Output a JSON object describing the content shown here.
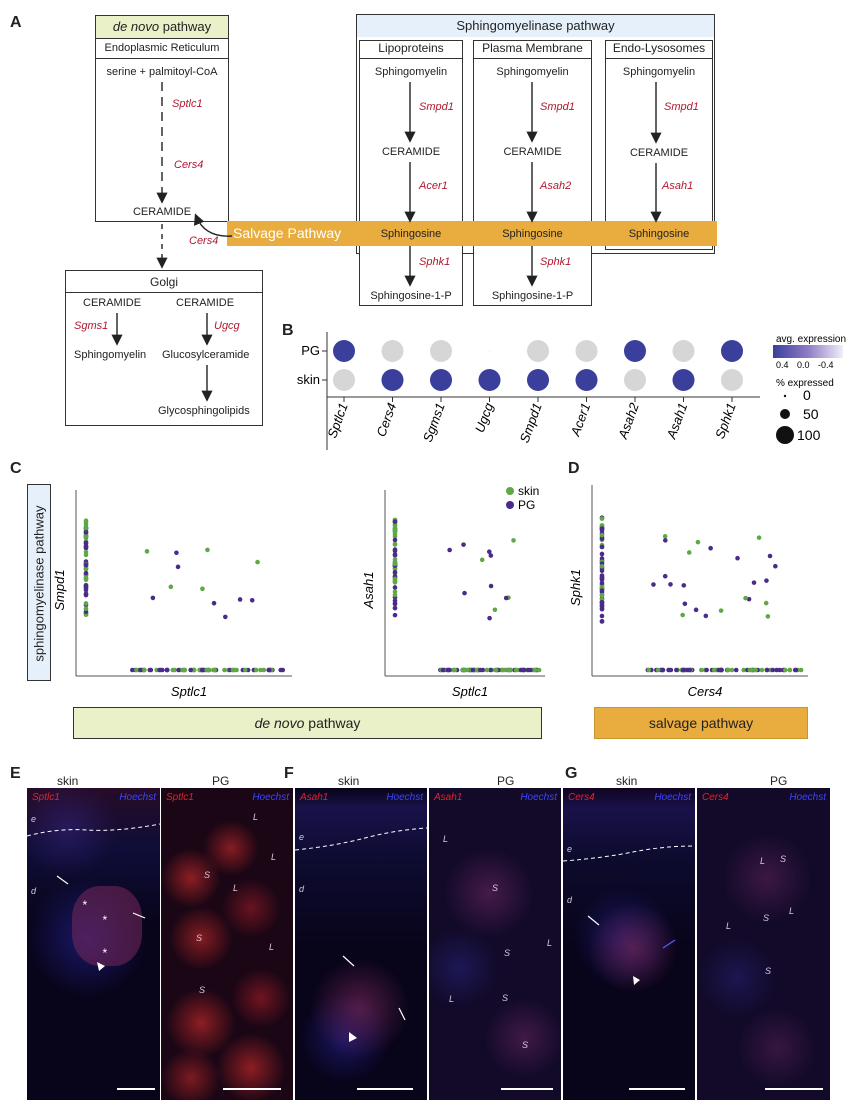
{
  "panel_letters": {
    "a": "A",
    "b": "B",
    "c": "C",
    "d": "D",
    "e": "E",
    "f": "F",
    "g": "G"
  },
  "denovo": {
    "title_pre": "de novo",
    "title_post": " pathway",
    "location": "Endoplasmic Reticulum",
    "substrate": "serine + palmitoyl-CoA",
    "gene1": "Sptlc1",
    "gene2": "Cers4",
    "product": "CERAMIDE",
    "salvage_gene": "Cers4"
  },
  "golgi": {
    "title": "Golgi",
    "left_ceramide": "CERAMIDE",
    "left_gene": "Sgms1",
    "left_product": "Sphingomyelin",
    "right_ceramide": "CERAMIDE",
    "right_gene": "Ugcg",
    "right_product": "Glucosylceramide",
    "final_product": "Glycosphingolipids"
  },
  "smase": {
    "title": "Sphingomyelinase pathway",
    "columns": [
      {
        "title": "Lipoproteins",
        "substrate": "Sphingomyelin",
        "gene1": "Smpd1",
        "intermediate": "CERAMIDE",
        "gene2": "Acer1",
        "product": "Sphingosine",
        "gene3": "Sphk1",
        "final": "Sphingosine-1-P"
      },
      {
        "title": "Plasma Membrane",
        "substrate": "Sphingomyelin",
        "gene1": "Smpd1",
        "intermediate": "CERAMIDE",
        "gene2": "Asah2",
        "product": "Sphingosine",
        "gene3": "Sphk1",
        "final": "Sphingosine-1-P"
      },
      {
        "title": "Endo-Lysosomes",
        "substrate": "Sphingomyelin",
        "gene1": "Smpd1",
        "intermediate": "CERAMIDE",
        "gene2": "Asah1",
        "product": "Sphingosine"
      }
    ],
    "salvage_label": "Salvage Pathway"
  },
  "dotplot": {
    "rows": [
      "PG",
      "skin"
    ],
    "genes": [
      "Sptlc1",
      "Cers4",
      "Sgms1",
      "Ugcg",
      "Smpd1",
      "Acer1",
      "Asah2",
      "Asah1",
      "Sphk1"
    ],
    "avg_expression": [
      [
        0.4,
        -0.4,
        -0.4,
        -0.4,
        -0.4,
        -0.4,
        0.4,
        -0.4,
        0.4
      ],
      [
        -0.4,
        0.4,
        0.4,
        0.4,
        0.4,
        0.4,
        -0.4,
        0.4,
        -0.4
      ]
    ],
    "pct_expressed": [
      [
        100,
        100,
        100,
        0,
        100,
        100,
        100,
        100,
        100
      ],
      [
        100,
        100,
        100,
        100,
        100,
        100,
        100,
        100,
        100
      ]
    ],
    "legend_color_title": "avg. expression",
    "legend_color_ticks": [
      "0.4",
      "0.0",
      "-0.4"
    ],
    "legend_size_title": "% expressed",
    "legend_size_values": [
      "0",
      "50",
      "100"
    ],
    "colors": {
      "high": "#3b3f9c",
      "low": "#d6d6d6"
    }
  },
  "scatter": {
    "side_label": "sphingomyelinase pathway",
    "denovo_bar_pre": "de novo",
    "denovo_bar_post": " pathway",
    "salvage_bar": "salvage pathway",
    "legend": [
      "skin",
      "PG"
    ],
    "colors": {
      "skin": "#5fa845",
      "PG": "#4a2a8a",
      "denovo_bar": "#eaf1c9",
      "salvage_bar": "#e9ac3e",
      "side_box": "#e6f0fa"
    },
    "plots": [
      {
        "xlabel": "Sptlc1",
        "ylabel": "Smpd1"
      },
      {
        "xlabel": "Sptlc1",
        "ylabel": "Asah1"
      },
      {
        "xlabel": "Cers4",
        "ylabel": "Sphk1"
      }
    ]
  },
  "micrographs": [
    {
      "panel": "E",
      "col": "skin",
      "stain": "Sptlc1",
      "counter": "Hoechst"
    },
    {
      "panel": "E",
      "col": "PG",
      "stain": "Sptlc1",
      "counter": "Hoechst"
    },
    {
      "panel": "F",
      "col": "skin",
      "stain": "Asah1",
      "counter": "Hoechst"
    },
    {
      "panel": "F",
      "col": "PG",
      "stain": "Asah1",
      "counter": "Hoechst"
    },
    {
      "panel": "G",
      "col": "skin",
      "stain": "Cers4",
      "counter": "Hoechst"
    },
    {
      "panel": "G",
      "col": "PG",
      "stain": "Cers4",
      "counter": "Hoechst"
    }
  ],
  "micro_marks": {
    "e": "e",
    "d": "d",
    "s": "S",
    "l": "L",
    "star": "*"
  }
}
